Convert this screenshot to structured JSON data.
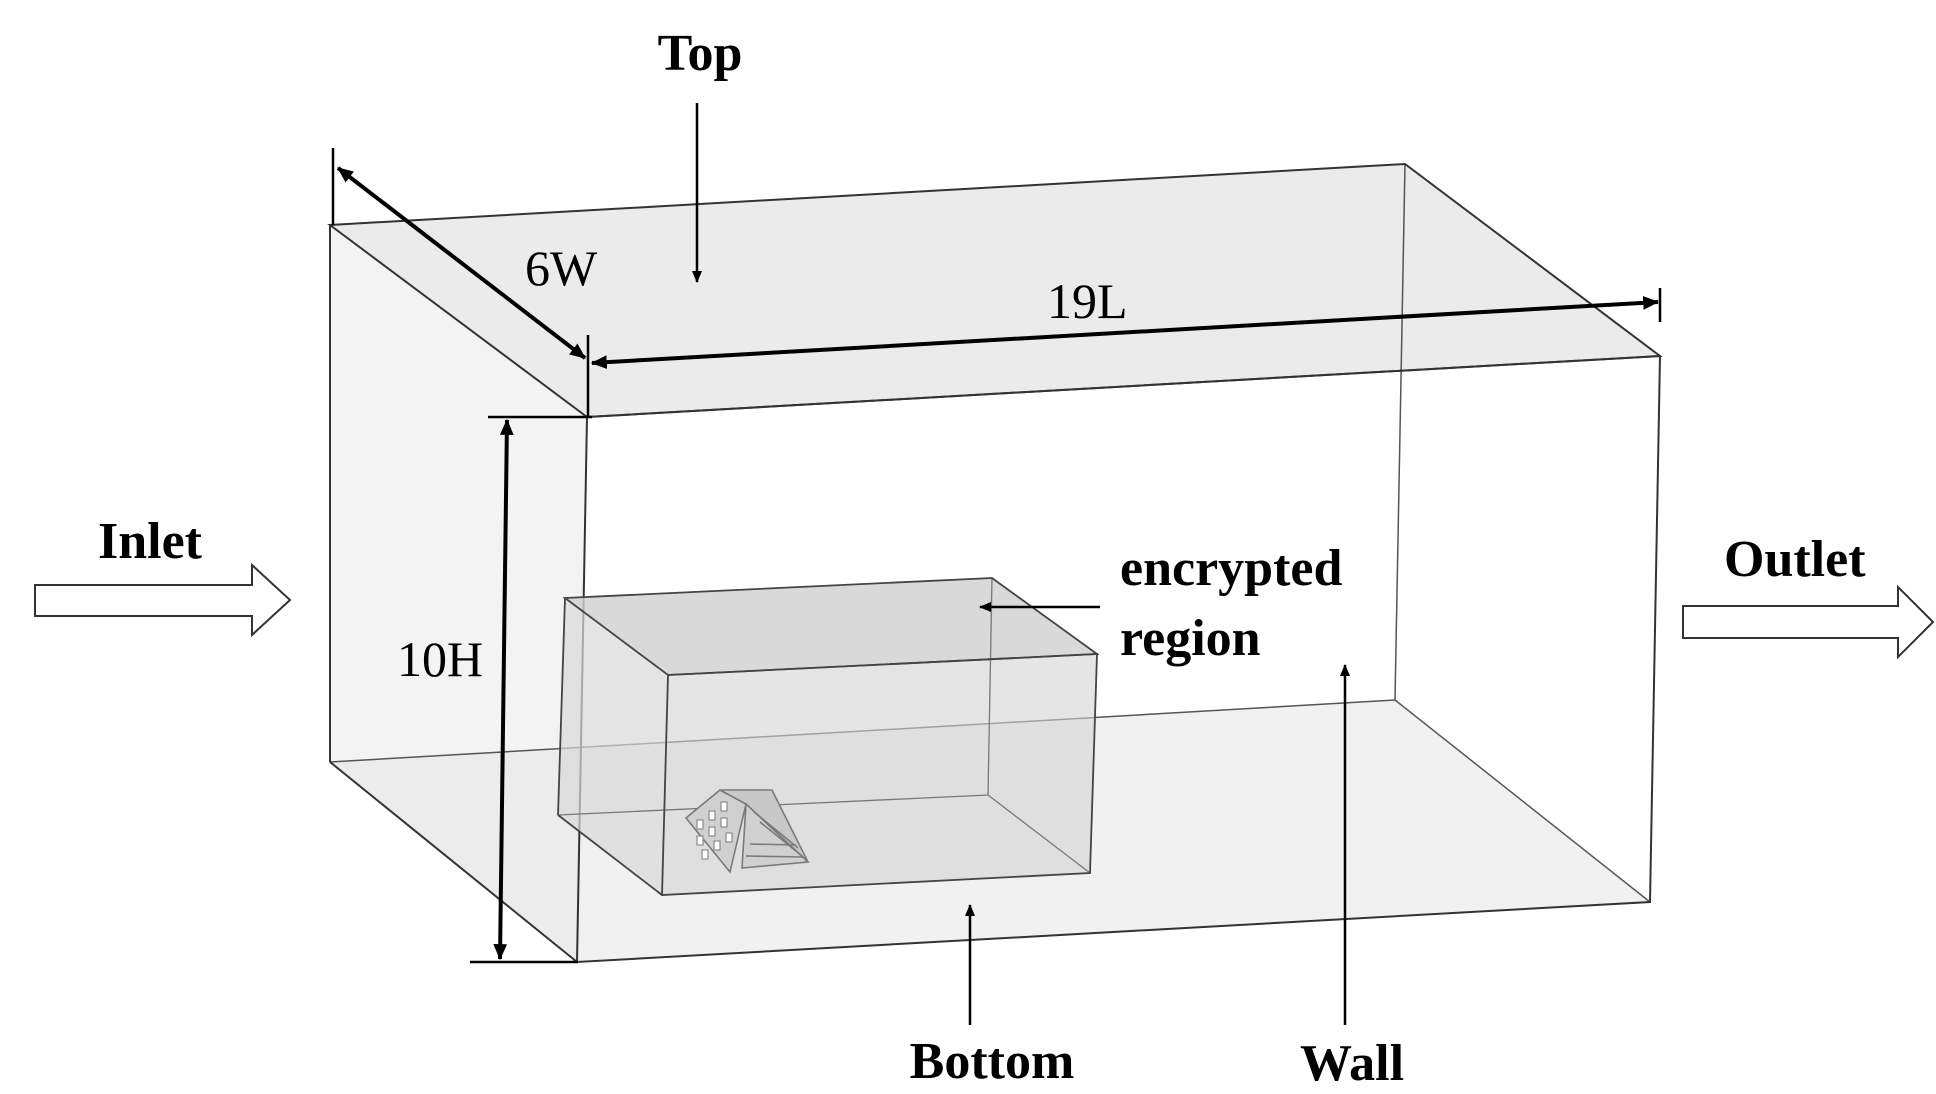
{
  "labels": {
    "top": "Top",
    "inlet": "Inlet",
    "outlet": "Outlet",
    "bottom": "Bottom",
    "wall": "Wall",
    "encrypted_line1": "encrypted",
    "encrypted_line2": "region"
  },
  "dimensions": {
    "width": "6W",
    "length": "19L",
    "height": "10H"
  },
  "colors": {
    "line": "#000000",
    "box_edge": "#333333",
    "face_fill": "#e2e2e2",
    "region_fill": "#d4d4d4"
  }
}
